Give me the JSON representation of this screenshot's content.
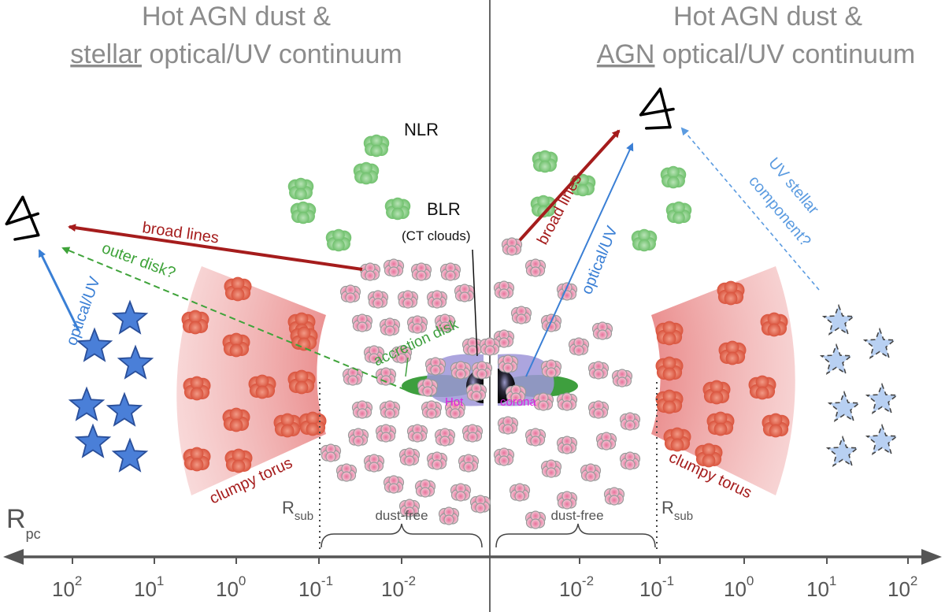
{
  "left_panel": {
    "title_line1": "Hot AGN dust &",
    "title_underlined": "stellar",
    "title_rest": " optical/UV continuum"
  },
  "right_panel": {
    "title_line1": "Hot AGN dust &",
    "title_underlined": "AGN",
    "title_rest": " optical/UV continuum"
  },
  "labels": {
    "nlr": "NLR",
    "blr": "BLR",
    "ct_clouds": "(CT clouds)",
    "accretion_disk": "accretion  disk",
    "hot": "Hot",
    "corona": "corona",
    "broad_lines": "broad lines",
    "outer_disk": "outer disk?",
    "optical_uv": "optical/UV",
    "uv_stellar_1": "UV stellar",
    "uv_stellar_2": "component?",
    "clumpy_torus": "clumpy torus",
    "dust_free": "dust-free",
    "r_sub_main": "R",
    "r_sub_sub": "sub",
    "r_pc_main": "R",
    "r_pc_sub": "pc"
  },
  "axis": {
    "base": "10",
    "left_ticks": [
      "2",
      "1",
      "0",
      "-1",
      "-2"
    ],
    "right_ticks": [
      "-2",
      "-1",
      "0",
      "1",
      "2"
    ]
  },
  "colors": {
    "header": "#8c8c8c",
    "broad_lines": "#a51c1c",
    "optical_uv": "#3a7fd5",
    "outer_disk": "#3fa33a",
    "uv_stellar": "#5b9be0",
    "torus": "#e89090",
    "clump": "#e0604a",
    "nlr_cloud": "#8fd08f",
    "blr_cloud": "#e2a0b8",
    "star_solid": "#4a7fd8",
    "star_light": "#b8d0f2",
    "axis": "#555555",
    "corona_text": "#e01ee0",
    "accretion_disk": "#3e9f3e"
  }
}
